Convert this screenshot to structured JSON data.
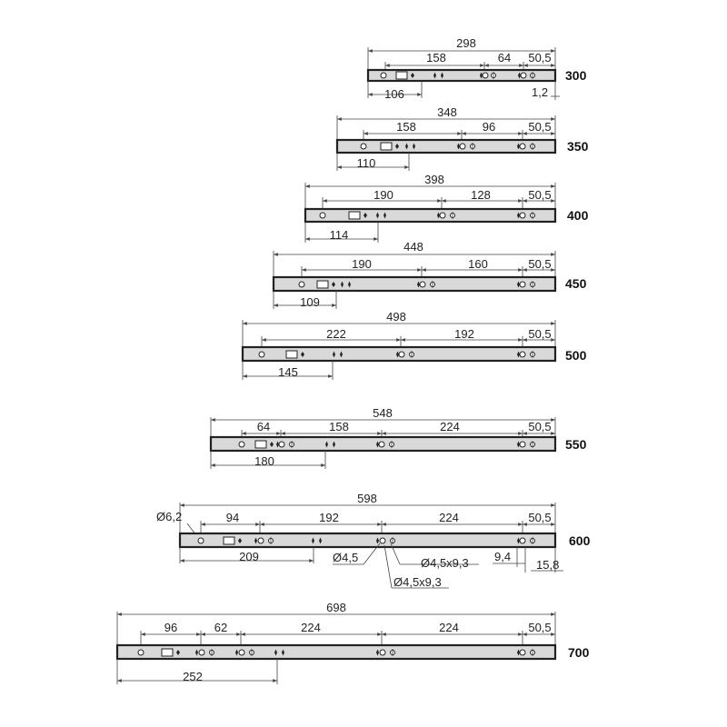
{
  "rails": [
    {
      "length": "300",
      "total": "298",
      "top": [
        "158",
        "64",
        "50,5"
      ],
      "bottom": [
        "106"
      ],
      "extra": [
        "1,2"
      ]
    },
    {
      "length": "350",
      "total": "348",
      "top": [
        "158",
        "96",
        "50,5"
      ],
      "bottom": [
        "110"
      ],
      "extra": []
    },
    {
      "length": "400",
      "total": "398",
      "top": [
        "190",
        "128",
        "50,5"
      ],
      "bottom": [
        "114"
      ],
      "extra": []
    },
    {
      "length": "450",
      "total": "448",
      "top": [
        "190",
        "160",
        "50,5"
      ],
      "bottom": [
        "109"
      ],
      "extra": []
    },
    {
      "length": "500",
      "total": "498",
      "top": [
        "222",
        "192",
        "50,5"
      ],
      "bottom": [
        "145"
      ],
      "extra": []
    },
    {
      "length": "550",
      "total": "548",
      "top": [
        "64",
        "158",
        "224",
        "50,5"
      ],
      "bottom": [
        "180"
      ],
      "extra": []
    },
    {
      "length": "600",
      "total": "598",
      "top": [
        "94",
        "192",
        "224",
        "50,5"
      ],
      "bottom": [
        "209"
      ],
      "extra": [
        "Ø6,2",
        "Ø4,5",
        "Ø4,5x9,3",
        "Ø4,5x9,3",
        "9,4",
        "15,8"
      ]
    },
    {
      "length": "700",
      "total": "698",
      "top": [
        "96",
        "62",
        "224",
        "224",
        "50,5"
      ],
      "bottom": [
        "252"
      ],
      "extra": []
    }
  ]
}
